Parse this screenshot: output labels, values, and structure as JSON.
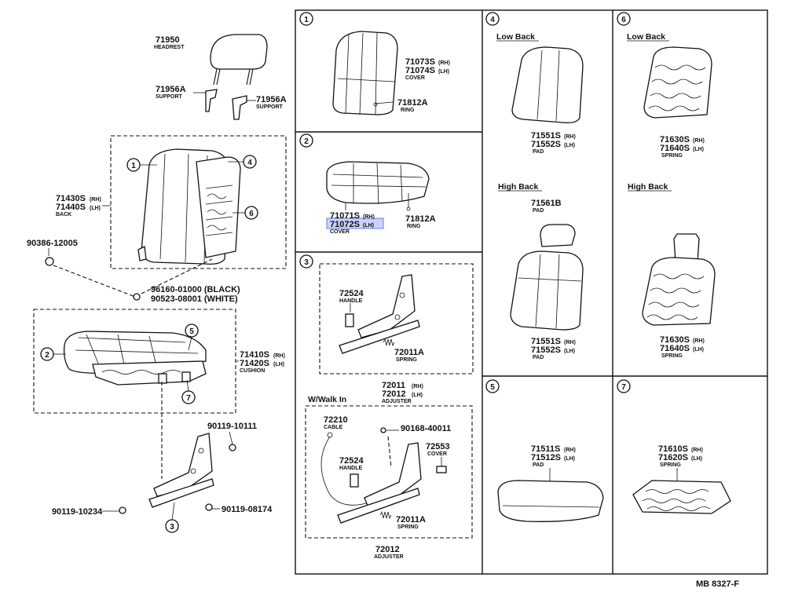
{
  "labels": {
    "headrest": {
      "num": "71950",
      "name": "HEADREST"
    },
    "support_left": {
      "num": "71956A",
      "name": "SUPPORT"
    },
    "support_right": {
      "num": "71956A",
      "name": "SUPPORT"
    },
    "back": {
      "num_rh": "71430S",
      "rh": "(RH)",
      "num_lh": "71440S",
      "lh": "(LH)",
      "name": "BACK"
    },
    "clip": {
      "num": "90386-12005"
    },
    "fastener_black": {
      "text": "96160-01000 (BLACK)"
    },
    "fastener_white": {
      "text": "90523-08001 (WHITE)"
    },
    "cushion": {
      "num_rh": "71410S",
      "rh": "(RH)",
      "num_lh": "71420S",
      "lh": "(LH)",
      "name": "CUSHION"
    },
    "bolt_a": {
      "num": "90119-10111"
    },
    "bolt_b": {
      "num": "90119-10234"
    },
    "bolt_c": {
      "num": "90119-08174"
    },
    "back_cover": {
      "num_rh": "71073S",
      "rh": "(RH)",
      "num_lh": "71074S",
      "lh": "(LH)",
      "name": "COVER"
    },
    "ring_1": {
      "num": "71812A",
      "name": "RING"
    },
    "cushion_cover": {
      "num_rh": "71071S",
      "rh": "(RH)",
      "num_lh": "71072S",
      "lh": "(LH)",
      "name": "COVER"
    },
    "ring_2": {
      "num": "71812A",
      "name": "RING"
    },
    "handle_1": {
      "num": "72524",
      "name": "HANDLE"
    },
    "spring_1": {
      "num": "72011A",
      "name": "SPRING"
    },
    "adjuster_1": {
      "num_rh": "72011",
      "rh": "(RH)",
      "num_lh": "72012",
      "lh": "(LH)",
      "name": "ADJUSTER"
    },
    "walk_in": {
      "title": "W/Walk In"
    },
    "cable": {
      "num": "72210",
      "name": "CABLE"
    },
    "bolt_d": {
      "num": "90168-40011"
    },
    "cover_walk": {
      "num": "72553",
      "name": "COVER"
    },
    "handle_2": {
      "num": "72524",
      "name": "HANDLE"
    },
    "spring_2": {
      "num": "72011A",
      "name": "SPRING"
    },
    "adjuster_2": {
      "num": "72012",
      "name": "ADJUSTER"
    },
    "low_back_4": {
      "title": "Low Back"
    },
    "pad_low": {
      "num_rh": "71551S",
      "rh": "(RH)",
      "num_lh": "71552S",
      "lh": "(LH)",
      "name": "PAD"
    },
    "high_back_4": {
      "title": "High Back"
    },
    "pad_head": {
      "num": "71561B",
      "name": "PAD"
    },
    "pad_high": {
      "num_rh": "71551S",
      "rh": "(RH)",
      "num_lh": "71552S",
      "lh": "(LH)",
      "name": "PAD"
    },
    "low_back_6": {
      "title": "Low Back"
    },
    "spring_low": {
      "num_rh": "71630S",
      "rh": "(RH)",
      "num_lh": "71640S",
      "lh": "(LH)",
      "name": "SPRING"
    },
    "high_back_6": {
      "title": "High Back"
    },
    "spring_high": {
      "num_rh": "71630S",
      "rh": "(RH)",
      "num_lh": "71640S",
      "lh": "(LH)",
      "name": "SPRING"
    },
    "pad_cushion": {
      "num_rh": "71511S",
      "rh": "(RH)",
      "num_lh": "71512S",
      "lh": "(LH)",
      "name": "PAD"
    },
    "spring_cushion": {
      "num_rh": "71610S",
      "rh": "(RH)",
      "num_lh": "71620S",
      "lh": "(LH)",
      "name": "SPRING"
    }
  },
  "callouts": {
    "c1": "1",
    "c2": "2",
    "c3": "3",
    "c4": "4",
    "c5": "5",
    "c6": "6",
    "c7": "7"
  },
  "footer": {
    "code": "MB 8327-F"
  },
  "colors": {
    "ink": "#111111",
    "highlight": "#b9c4f5"
  }
}
